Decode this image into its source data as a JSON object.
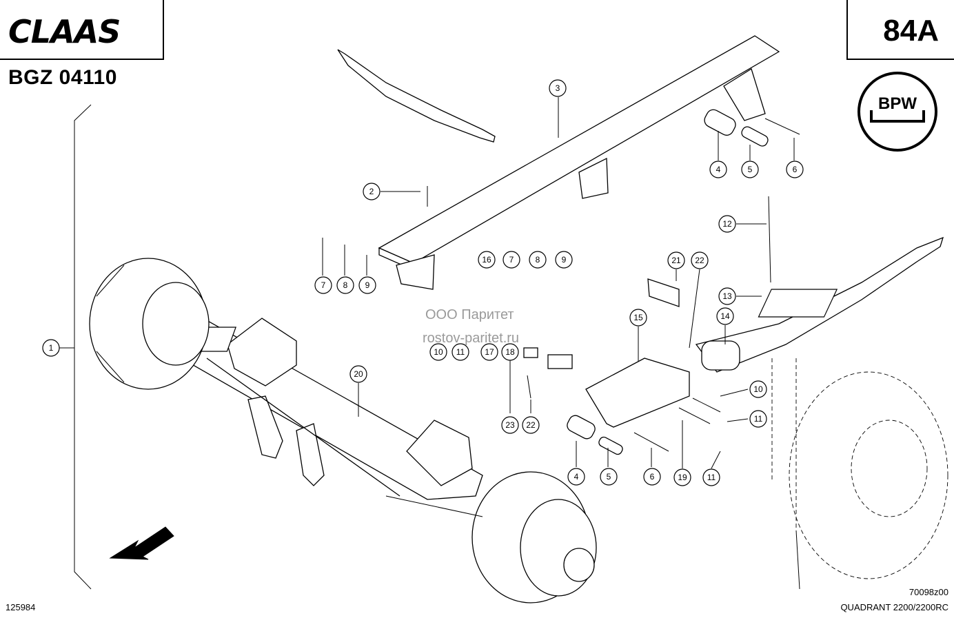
{
  "header": {
    "brand": "CLAAS",
    "document_id": "BGZ 04110",
    "page_code": "84A",
    "bpw_logo_text": "BPW"
  },
  "footer": {
    "left_code": "125984",
    "drawing_code": "70098z00",
    "model": "QUADRANT 2200/2200RC"
  },
  "watermark": {
    "line1": "ООО Паритет",
    "line2": "rostov-paritet.ru"
  },
  "callouts": [
    {
      "id": "c1",
      "label": "1"
    },
    {
      "id": "c2",
      "label": "2"
    },
    {
      "id": "c3",
      "label": "3"
    },
    {
      "id": "c4a",
      "label": "4"
    },
    {
      "id": "c5a",
      "label": "5"
    },
    {
      "id": "c6a",
      "label": "6"
    },
    {
      "id": "c7a",
      "label": "7"
    },
    {
      "id": "c8a",
      "label": "8"
    },
    {
      "id": "c9a",
      "label": "9"
    },
    {
      "id": "c16",
      "label": "16"
    },
    {
      "id": "c7b",
      "label": "7"
    },
    {
      "id": "c8b",
      "label": "8"
    },
    {
      "id": "c9b",
      "label": "9"
    },
    {
      "id": "c10a",
      "label": "10"
    },
    {
      "id": "c11a",
      "label": "11"
    },
    {
      "id": "c17",
      "label": "17"
    },
    {
      "id": "c18",
      "label": "18"
    },
    {
      "id": "c12",
      "label": "12"
    },
    {
      "id": "c13",
      "label": "13"
    },
    {
      "id": "c14",
      "label": "14"
    },
    {
      "id": "c15",
      "label": "15"
    },
    {
      "id": "c21",
      "label": "21"
    },
    {
      "id": "c22a",
      "label": "22"
    },
    {
      "id": "c20",
      "label": "20"
    },
    {
      "id": "c23",
      "label": "23"
    },
    {
      "id": "c22b",
      "label": "22"
    },
    {
      "id": "c10b",
      "label": "10"
    },
    {
      "id": "c11b",
      "label": "11"
    },
    {
      "id": "c4b",
      "label": "4"
    },
    {
      "id": "c5b",
      "label": "5"
    },
    {
      "id": "c6b",
      "label": "6"
    },
    {
      "id": "c19",
      "label": "19"
    },
    {
      "id": "c11c",
      "label": "11"
    }
  ]
}
